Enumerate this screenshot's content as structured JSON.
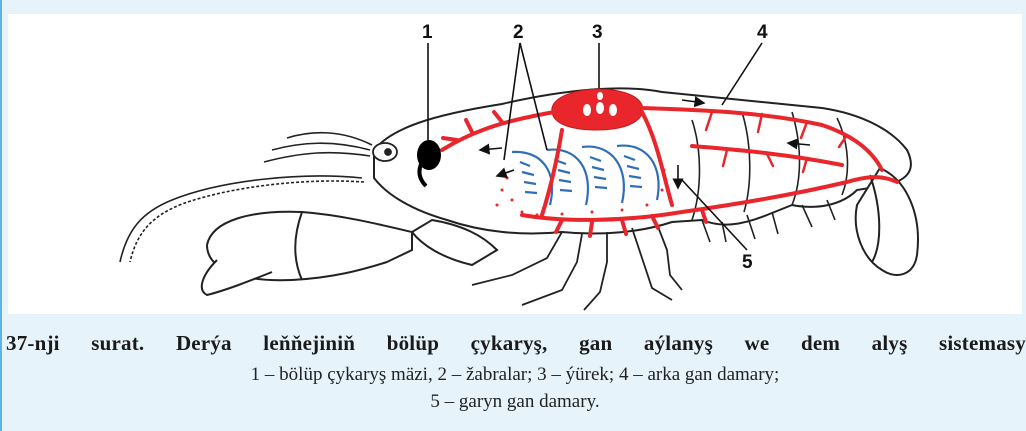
{
  "labels": {
    "n1": "1",
    "n2": "2",
    "n3": "3",
    "n4": "4",
    "n5": "5"
  },
  "caption": {
    "title": "37-nji surat. Derýa leňňejiniň bölüp çykaryş, gan aýlanyş we dem alyş sistemasy",
    "line1": "1 – bölüp çykaryş mäzi, 2 – žabralar; 3 – ýürek; 4 – arka gan damary;",
    "line2": "5 – garyn gan damary."
  },
  "colors": {
    "vessels": "#e8262c",
    "gills": "#2f6fb8",
    "gland": "#000000",
    "outline": "#222222",
    "panel": "#e6f3fb"
  }
}
